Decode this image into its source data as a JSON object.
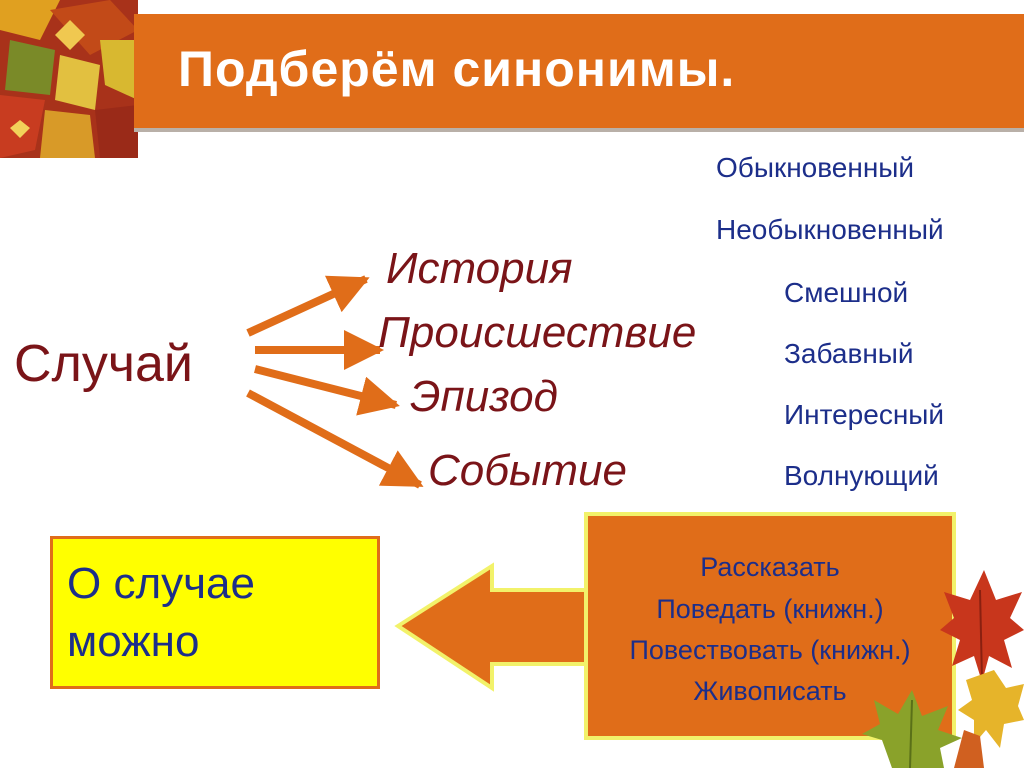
{
  "title": "Подберём синонимы.",
  "main_word": "Случай",
  "synonyms": [
    "История",
    "Происшествие",
    "Эпизод",
    "Событие"
  ],
  "adjectives": [
    "Обыкновенный",
    "Необыкновенный",
    "Смешной",
    "Забавный",
    "Интересный",
    "Волнующий"
  ],
  "yellow_box": {
    "line1": "О случае",
    "line2": "можно"
  },
  "verbs": [
    "Рассказать",
    "Поведать  (книжн.)",
    "Повествовать (книжн.)",
    "Живописать"
  ],
  "colors": {
    "accent_orange": "#e06d19",
    "title_text": "#ffffff",
    "dark_red_text": "#7a1418",
    "blue_text": "#1c2e8a",
    "yellow": "#ffff00",
    "verbs_border": "#f2f26a"
  },
  "icons": {
    "top_left": "autumn-leaves-image",
    "right": "maple-leaf-image",
    "bottom": "green-leaf-image"
  }
}
